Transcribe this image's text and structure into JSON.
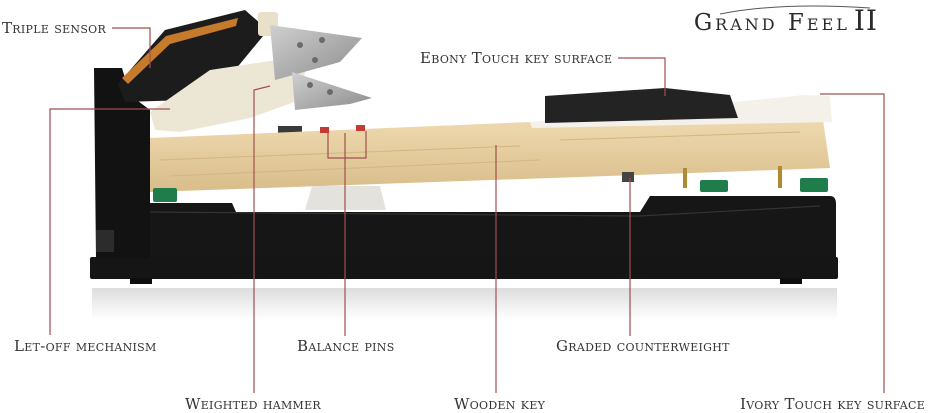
{
  "brand": {
    "words": "Grand Feel",
    "numeral": "II"
  },
  "labels": {
    "triple_sensor": "Triple sensor",
    "ebony_touch": "Ebony Touch key surface",
    "let_off": "Let-off mechanism",
    "balance_pins": "Balance pins",
    "graded_counterweight": "Graded counterweight",
    "weighted_hammer": "Weighted hammer",
    "wooden_key": "Wooden key",
    "ivory_touch": "Ivory Touch key surface"
  },
  "colors": {
    "leader": "#a0504f",
    "wood": "#e9d3a8",
    "chassis": "#161616",
    "felt": "#1f7d4c",
    "metal": "#a8a8a8",
    "ebony": "#232323"
  }
}
